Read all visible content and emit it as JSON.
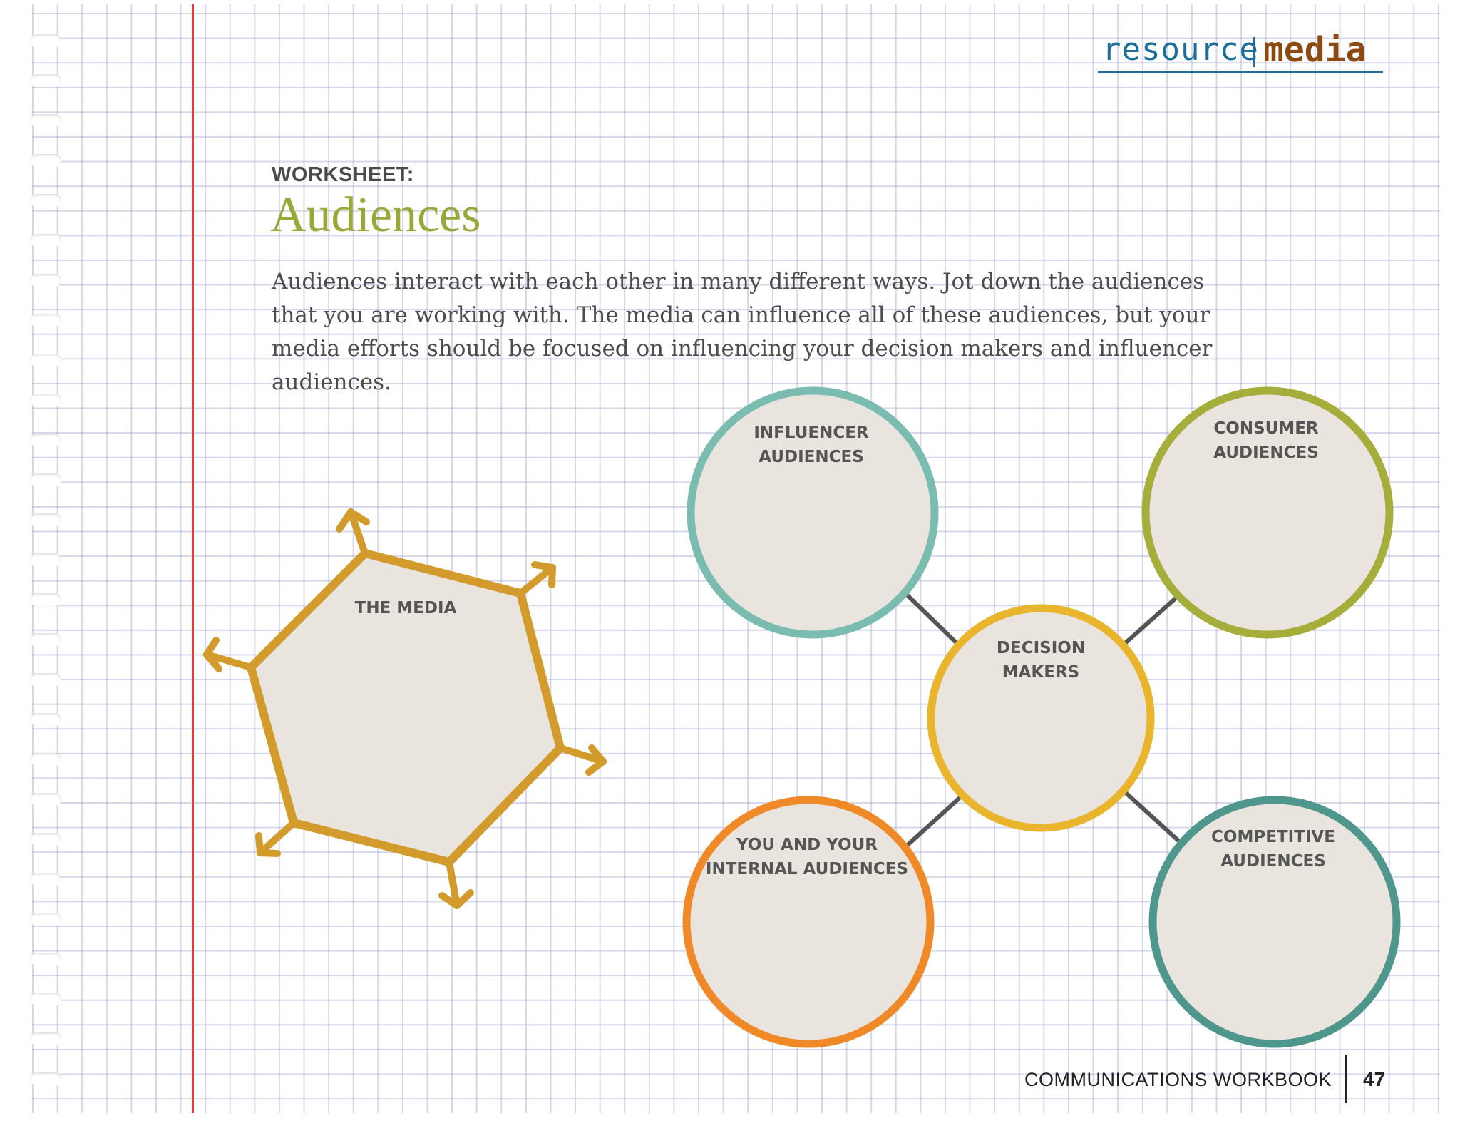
{
  "header": {
    "logo_resource": "resource",
    "logo_media": "media"
  },
  "worksheet": {
    "label": "WORKSHEET:",
    "title": "Audiences",
    "intro": "Audiences interact with each other in many different ways. Jot down the audiences that you are working with. The media can influence all of these audiences, but your media efforts should be focused on influencing your decision makers and influencer audiences."
  },
  "diagram": {
    "media_label": "THE MEDIA",
    "nodes": {
      "influencer": "INFLUENCER\nAUDIENCES",
      "consumer": "CONSUMER\nAUDIENCES",
      "decision": "DECISION\nMAKERS",
      "internal": "YOU AND YOUR\nINTERNAL AUDIENCES",
      "competitive": "COMPETITIVE\nAUDIENCES"
    }
  },
  "colors": {
    "gold": "#d39b2c",
    "teal": "#7bbcb0",
    "olive": "#a5ad3b",
    "yellow": "#e8b52c",
    "orange": "#f08a28",
    "dark_teal": "#4f978d",
    "fill": "#e9e4dd",
    "connector": "#555555",
    "margin_red": "#e23b3b",
    "title_green": "#9aa83a"
  },
  "footer": {
    "workbook": "COMMUNICATIONS WORKBOOK",
    "page_number": "47"
  }
}
